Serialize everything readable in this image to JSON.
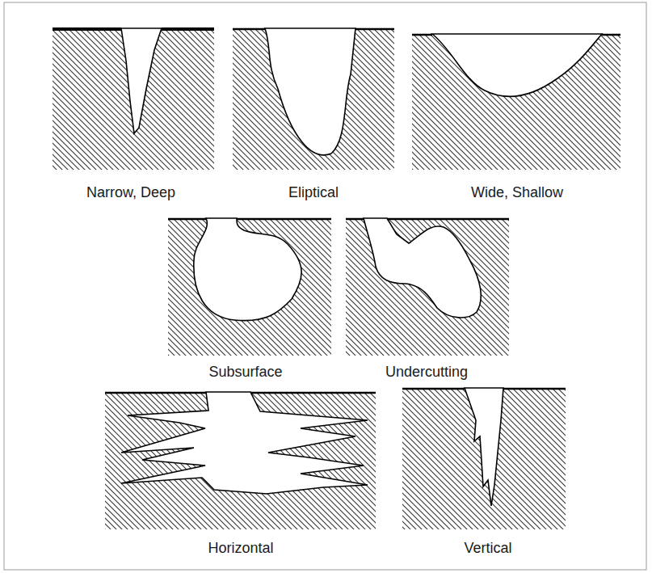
{
  "diagram": {
    "labels": [
      "Narrow, Deep",
      "Eliptical",
      "Wide, Shallow",
      "Subsurface",
      "Undercutting",
      "Horizontal",
      "Vertical"
    ]
  }
}
